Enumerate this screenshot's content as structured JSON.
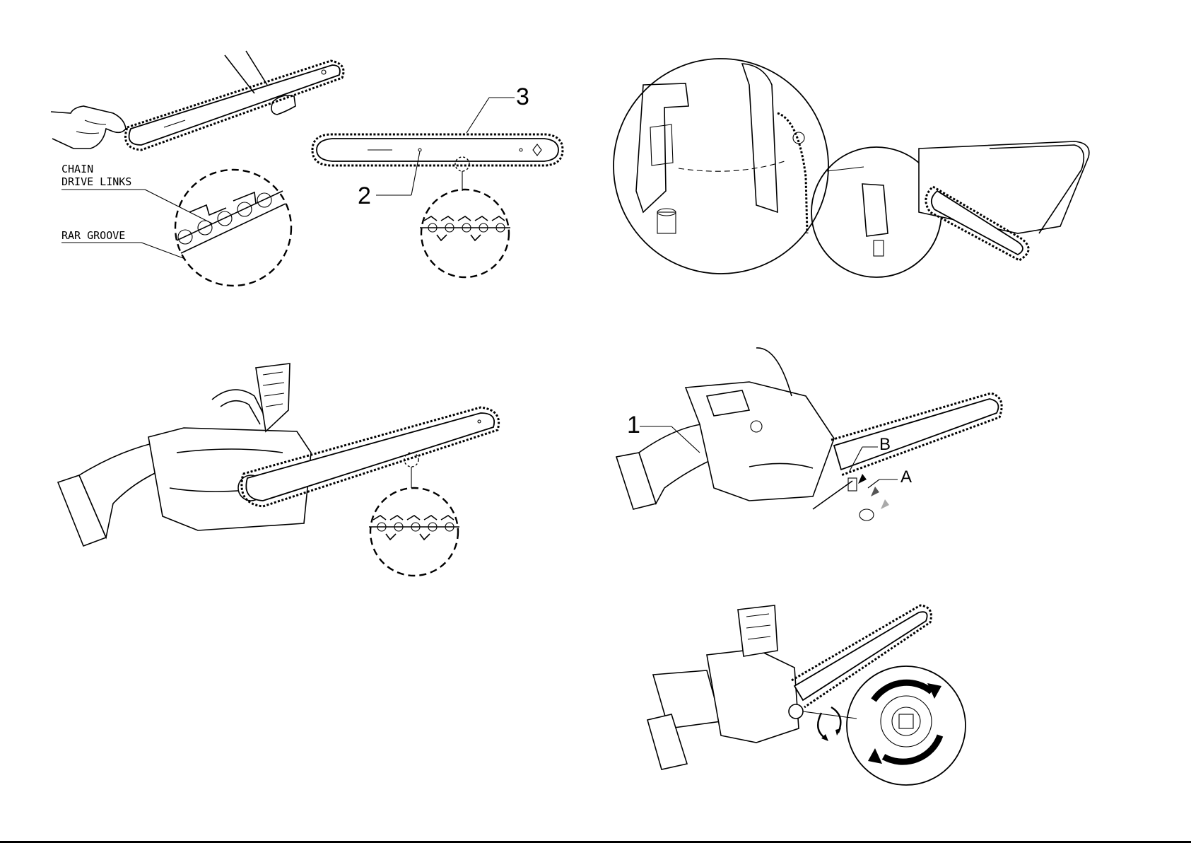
{
  "figure_labels": {
    "chain_drive_links_line1": "CHAIN",
    "chain_drive_links_line2": "DRIVE LINKS",
    "bar_groove": "RAR GROOVE",
    "callout_3": "3",
    "callout_2": "2",
    "callout_1": "1",
    "callout_b": "B",
    "callout_a": "A"
  },
  "icons": [
    "hand-icon",
    "chainsaw-icon",
    "guide-bar-icon",
    "chain-detail-icon",
    "rotate-arrows-icon",
    "tension-knob-icon"
  ]
}
